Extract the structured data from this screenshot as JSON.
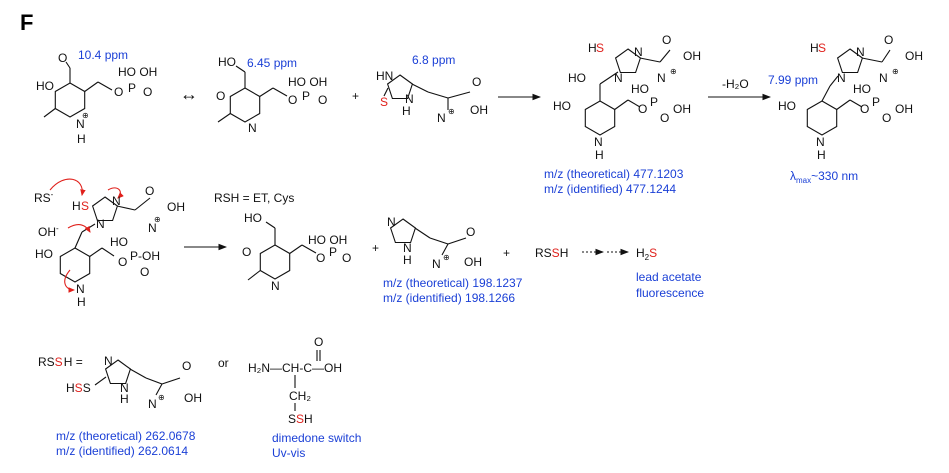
{
  "panel_label": "F",
  "colors": {
    "annotation": "#1a3fd6",
    "sulfur": "#e0201b",
    "bond": "#111111"
  },
  "row1": {
    "plp": {
      "ppm": "10.4 ppm",
      "O": "O",
      "HO": "HO",
      "phos_top": "HO OH",
      "phos_O": "O",
      "P": "P",
      "phos_eq": "O",
      "N": "N",
      "H": "H",
      "charge": "⊕"
    },
    "resonance_arrow": "↔",
    "plp_enol": {
      "ppm": "6.45 ppm",
      "HO": "HO",
      "O": "O",
      "N": "N",
      "phos_top": "HO OH",
      "phos_O": "O",
      "P": "P",
      "phos_eq": "O"
    },
    "plus": "+",
    "ergothioneine": {
      "ppm": "6.8 ppm",
      "HN": "HN",
      "S": "S",
      "NH": "N",
      "H": "H",
      "NMe3": "N",
      "charge": "⊕",
      "O": "O",
      "OH": "OH"
    },
    "adduct": {
      "H": "H",
      "S": "S",
      "N_top": "N",
      "O": "O",
      "OH": "OH",
      "HO_side": "HO",
      "N_ring": "N",
      "NMe3": "N",
      "charge": "⊕",
      "HO_ring": "HO",
      "phos_top": "HO",
      "phos_O": "O",
      "P": "P",
      "phos_OH": "OH",
      "phos_eq": "O",
      "N_py": "N",
      "H_py": "H",
      "mz_theoretical": "m/z (theoretical) 477.1203",
      "mz_identified": "m/z (identified) 477.1244"
    },
    "dehydration_label": "-H₂O",
    "imine": {
      "ppm": "7.99 ppm",
      "H": "H",
      "S": "S",
      "N_top": "N",
      "O": "O",
      "OH": "OH",
      "N_ring": "N",
      "NMe3": "N",
      "charge": "⊕",
      "HO_ring": "HO",
      "phos_top": "HO",
      "phos_O": "O",
      "P": "P",
      "phos_OH": "OH",
      "phos_eq": "O",
      "N_py": "N",
      "H_py": "H",
      "lambda": "λ",
      "lambda_sub": "max",
      "lambda_value": "~330 nm"
    }
  },
  "row2": {
    "mechanism": {
      "RS": "RS",
      "RS_charge": "-",
      "H": "H",
      "S": "S",
      "OH": "OH",
      "OH_charge": "-",
      "N_top": "N",
      "N_ring": "N",
      "O": "O",
      "COOH": "OH",
      "NMe3": "N",
      "charge": "⊕",
      "HO_ring": "HO",
      "phos_top": "HO",
      "phos_O": "O",
      "P": "P",
      "phos_OH": "-OH",
      "phos_eq": "O",
      "N_py": "N",
      "H_py": "H"
    },
    "rsh_definition": "RSH = ET, Cys",
    "pl_enol": {
      "HO": "HO",
      "O": "O",
      "N": "N",
      "phos_top": "HO OH",
      "phos_O": "O",
      "P": "P",
      "phos_eq": "O"
    },
    "plus1": "+",
    "hercynine": {
      "N": "N",
      "NH": "N",
      "H": "H",
      "NMe3": "N",
      "charge": "⊕",
      "O": "O",
      "OH": "OH",
      "mz_theoretical": "m/z (theoretical) 198.1237",
      "mz_identified": "m/z (identified) 198.1266"
    },
    "plus2": "+",
    "rssh": {
      "R": "RS",
      "S": "S",
      "H": "H"
    },
    "h2s": {
      "H": "H",
      "sub": "2",
      "S": "S"
    },
    "detection": {
      "line1": "lead acetate",
      "line2": "fluorescence"
    }
  },
  "row3": {
    "label_prefix": "RS",
    "label_S": "S",
    "label_suffix": "H =",
    "ergo_persulfide": {
      "H": "H",
      "S1": "S",
      "S2": "S",
      "N": "N",
      "NH": "N",
      "Hn": "H",
      "NMe3": "N",
      "charge": "⊕",
      "O": "O",
      "OH": "OH",
      "mz_theoretical": "m/z (theoretical) 262.0678",
      "mz_identified": "m/z (identified) 262.0614"
    },
    "or": "or",
    "cys_persulfide": {
      "chain": "H₂N—CH-C—OH",
      "O": "O",
      "CH2": "CH₂",
      "S1": "S",
      "S2": "S",
      "H": "H",
      "method1": "dimedone switch",
      "method2": "Uv-vis"
    }
  }
}
